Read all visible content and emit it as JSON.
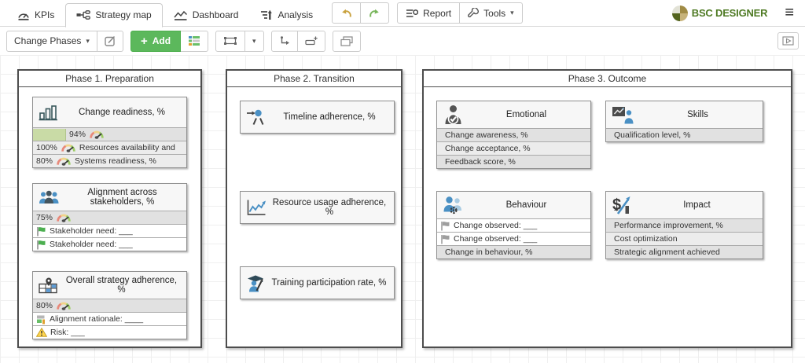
{
  "topnav": {
    "tabs": [
      {
        "label": "KPIs",
        "icon": "gauge-icon",
        "active": false
      },
      {
        "label": "Strategy map",
        "icon": "strategy-map-icon",
        "active": true
      },
      {
        "label": "Dashboard",
        "icon": "dashboard-icon",
        "active": false
      },
      {
        "label": "Analysis",
        "icon": "analysis-icon",
        "active": false
      }
    ],
    "report_label": "Report",
    "tools_label": "Tools",
    "brand": "BSC DESIGNER"
  },
  "toolbar": {
    "phases_label": "Change Phases",
    "add_label": "Add"
  },
  "icons": {
    "caret_down": "▾",
    "hamburger": "≡",
    "plus": "+"
  },
  "phases": [
    {
      "title": "Phase 1. Preparation",
      "cards": [
        {
          "title": "Change readiness, %",
          "icon": "bar-chart-icon",
          "rows": [
            {
              "type": "progress-gauge",
              "value": "94%",
              "bg": "gray"
            },
            {
              "type": "gauge-text",
              "value": "100%",
              "label": "Resources availability and",
              "bg": "light"
            },
            {
              "type": "gauge-text",
              "value": "80%",
              "label": "Systems readiness, %",
              "bg": "light"
            }
          ]
        },
        {
          "title": "Alignment across stakeholders, %",
          "icon": "stakeholders-icon",
          "rows": [
            {
              "type": "gauge-only",
              "value": "75%",
              "bg": "gray"
            },
            {
              "type": "flag",
              "label": "Stakeholder need: ___",
              "bg": "white"
            },
            {
              "type": "flag",
              "label": "Stakeholder need: ___",
              "bg": "white"
            }
          ]
        },
        {
          "title": "Overall strategy adherence, %",
          "icon": "map-pin-icon",
          "rows": [
            {
              "type": "gauge-only",
              "value": "80%",
              "bg": "gray"
            },
            {
              "type": "bars",
              "label": "Alignment rationale: ____",
              "bg": "white"
            },
            {
              "type": "warning",
              "label": "Risk: ___",
              "bg": "white"
            }
          ]
        }
      ]
    },
    {
      "title": "Phase 2. Transition",
      "cards": [
        {
          "title": "Timeline adherence, %",
          "icon": "timeline-icon",
          "rows": []
        },
        {
          "title": "Resource usage adherence, %",
          "icon": "line-chart-icon",
          "rows": []
        },
        {
          "title": "Training participation rate, %",
          "icon": "training-icon",
          "rows": []
        }
      ]
    },
    {
      "title": "Phase 3. Outcome",
      "cards": [
        {
          "title": "Emotional",
          "icon": "emotional-icon",
          "rows": [
            {
              "type": "plain",
              "label": "Change awareness, %",
              "bg": "gray"
            },
            {
              "type": "plain",
              "label": "Change acceptance, %",
              "bg": "light"
            },
            {
              "type": "plain",
              "label": "Feedback score, %",
              "bg": "gray"
            }
          ]
        },
        {
          "title": "Skills",
          "icon": "skills-icon",
          "rows": [
            {
              "type": "plain",
              "label": "Qualification level, %",
              "bg": "gray"
            }
          ]
        },
        {
          "title": "Behaviour",
          "icon": "behaviour-icon",
          "rows": [
            {
              "type": "flag-gray",
              "label": "Change observed: ___",
              "bg": "white"
            },
            {
              "type": "flag-gray",
              "label": "Change observed: ___",
              "bg": "white"
            },
            {
              "type": "plain",
              "label": "Change in behaviour, %",
              "bg": "gray"
            }
          ]
        },
        {
          "title": "Impact",
          "icon": "impact-icon",
          "rows": [
            {
              "type": "plain",
              "label": "Performance improvement, %",
              "bg": "gray"
            },
            {
              "type": "plain",
              "label": "Cost optimization",
              "bg": "light"
            },
            {
              "type": "plain",
              "label": "Strategic alignment achieved",
              "bg": "gray"
            }
          ]
        }
      ]
    }
  ]
}
